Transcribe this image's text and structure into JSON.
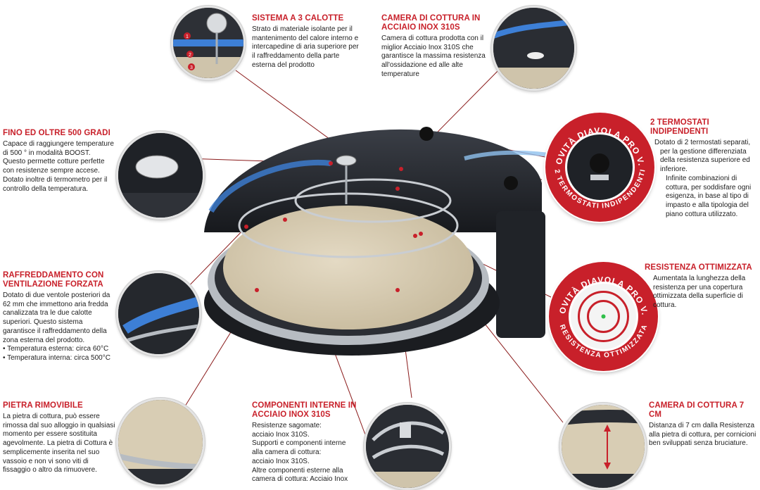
{
  "sections": {
    "calotte": {
      "title": "SISTEMA A 3 CALOTTE",
      "lines": [
        "Strato di materiale isolante per il",
        "mantenimento del calore interno e",
        "intercapedine di aria superiore per",
        "il raffreddamento della parte",
        "esterna del prodotto"
      ]
    },
    "camera_inox": {
      "title_lines": [
        "CAMERA DI COTTURA IN",
        "ACCIAIO INOX 310S"
      ],
      "lines": [
        "Camera di cottura prodotta con il",
        "miglior Acciaio Inox 310S che",
        "garantisce la massima resistenza",
        "all'ossidazione ed alle alte",
        "temperature"
      ]
    },
    "gradi": {
      "title": "FINO ED OLTRE 500 GRADI",
      "lines": [
        "Capace di raggiungere temperature",
        "di 500 ° in modalità BOOST.",
        "Questo permette cotture perfette",
        "con resistenze sempre accese.",
        "Dotato inoltre di termometro per il",
        "controllo della temperatura."
      ]
    },
    "termostati": {
      "title": "2 TERMOSTATI INDIPENDENTI",
      "lines": [
        "Dotato di 2 termostati separati,",
        "per la gestione differenziata",
        "della resistenza superiore ed",
        "inferiore.",
        "Infinite combinazioni di",
        "cottura, per soddisfare ogni",
        "esigenza, in base al tipo di",
        "impasto e alla tipologia del",
        "piano cottura utilizzato."
      ]
    },
    "raffreddamento": {
      "title_lines": [
        "RAFFREDDAMENTO CON",
        "VENTILAZIONE FORZATA"
      ],
      "lines": [
        "Dotato di due ventole posteriori da",
        "62 mm che immettono aria fredda",
        "canalizzata tra le due calotte",
        "superiori. Questo sistema",
        "garantisce il raffreddamento della",
        "zona esterna del prodotto.",
        "• Temperatura esterna: circa 60°C",
        "• Temperatura interna: circa 500°C"
      ]
    },
    "resistenza": {
      "title": "RESISTENZA OTTIMIZZATA",
      "lines": [
        "Aumentata la lunghezza della",
        "resistenza per una copertura",
        "ottimizzata della superficie di",
        "cottura."
      ]
    },
    "pietra": {
      "title": "PIETRA RIMOVIBILE",
      "lines": [
        "La pietra di cottura, può essere",
        "rimossa dal suo alloggio in qualsiasi",
        "momento per essere sostituita",
        "agevolmente. La pietra di Cottura è",
        "semplicemente inserita nel suo",
        "vassoio e non vi sono viti di",
        "fissaggio o altro da rimuovere."
      ]
    },
    "componenti": {
      "title_lines": [
        "COMPONENTI INTERNE IN",
        "ACCIAIO INOX 310S"
      ],
      "lines": [
        "Resistenze sagomate:",
        "acciaio Inox 310S.",
        "Supporti e componenti interne",
        "alla camera di cottura:",
        "acciaio Inox 310S.",
        "Altre componenti esterne alla",
        "camera di cottura: Acciaio Inox"
      ]
    },
    "camera7": {
      "title": "CAMERA DI COTTURA 7 CM",
      "lines": [
        "Distanza di 7 cm dalla Resistenza",
        "alla pietra di cottura, per cornicioni",
        "ben sviluppati senza bruciature."
      ]
    }
  },
  "badges": {
    "termostati": {
      "top": "NOVITÀ DIAVOLA PRO V.3",
      "bottom": "2 TERMOSTATI INDIPENDENTI"
    },
    "resistenza": {
      "top": "NOVITÀ DIAVOLA PRO V.3",
      "bottom": "RESISTENZA OTTIMIZZATA"
    }
  },
  "callout_numbers": [
    "1",
    "2",
    "3"
  ],
  "colors": {
    "accent": "#c8202a",
    "oven_body": "#2a2d33",
    "stone": "#d8cdb4",
    "steel": "#b7bcc2"
  }
}
